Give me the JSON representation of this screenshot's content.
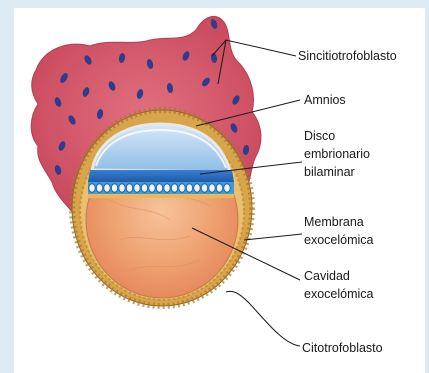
{
  "labels": {
    "sincitiotrofoblasto": "Sincitiotrofoblasto",
    "amnios": "Amnios",
    "disco_1": "Disco",
    "disco_2": "embrionario",
    "disco_3": "bilaminar",
    "membrana_1": "Membrana",
    "membrana_2": "exocelómica",
    "cavidad_1": "Cavidad",
    "cavidad_2": "exocelómica",
    "citotrofoblasto": "Citotrofoblasto"
  },
  "colors": {
    "syncytium": "#d4586a",
    "nuclei": "#2c3d8c",
    "cytotrophoblast": "#d9a54a",
    "amnion_cavity": "#b8d6ee",
    "epiblast": "#2f6fc0",
    "hypoblast": "#3f9ad9",
    "cavity": "#f0a070"
  }
}
